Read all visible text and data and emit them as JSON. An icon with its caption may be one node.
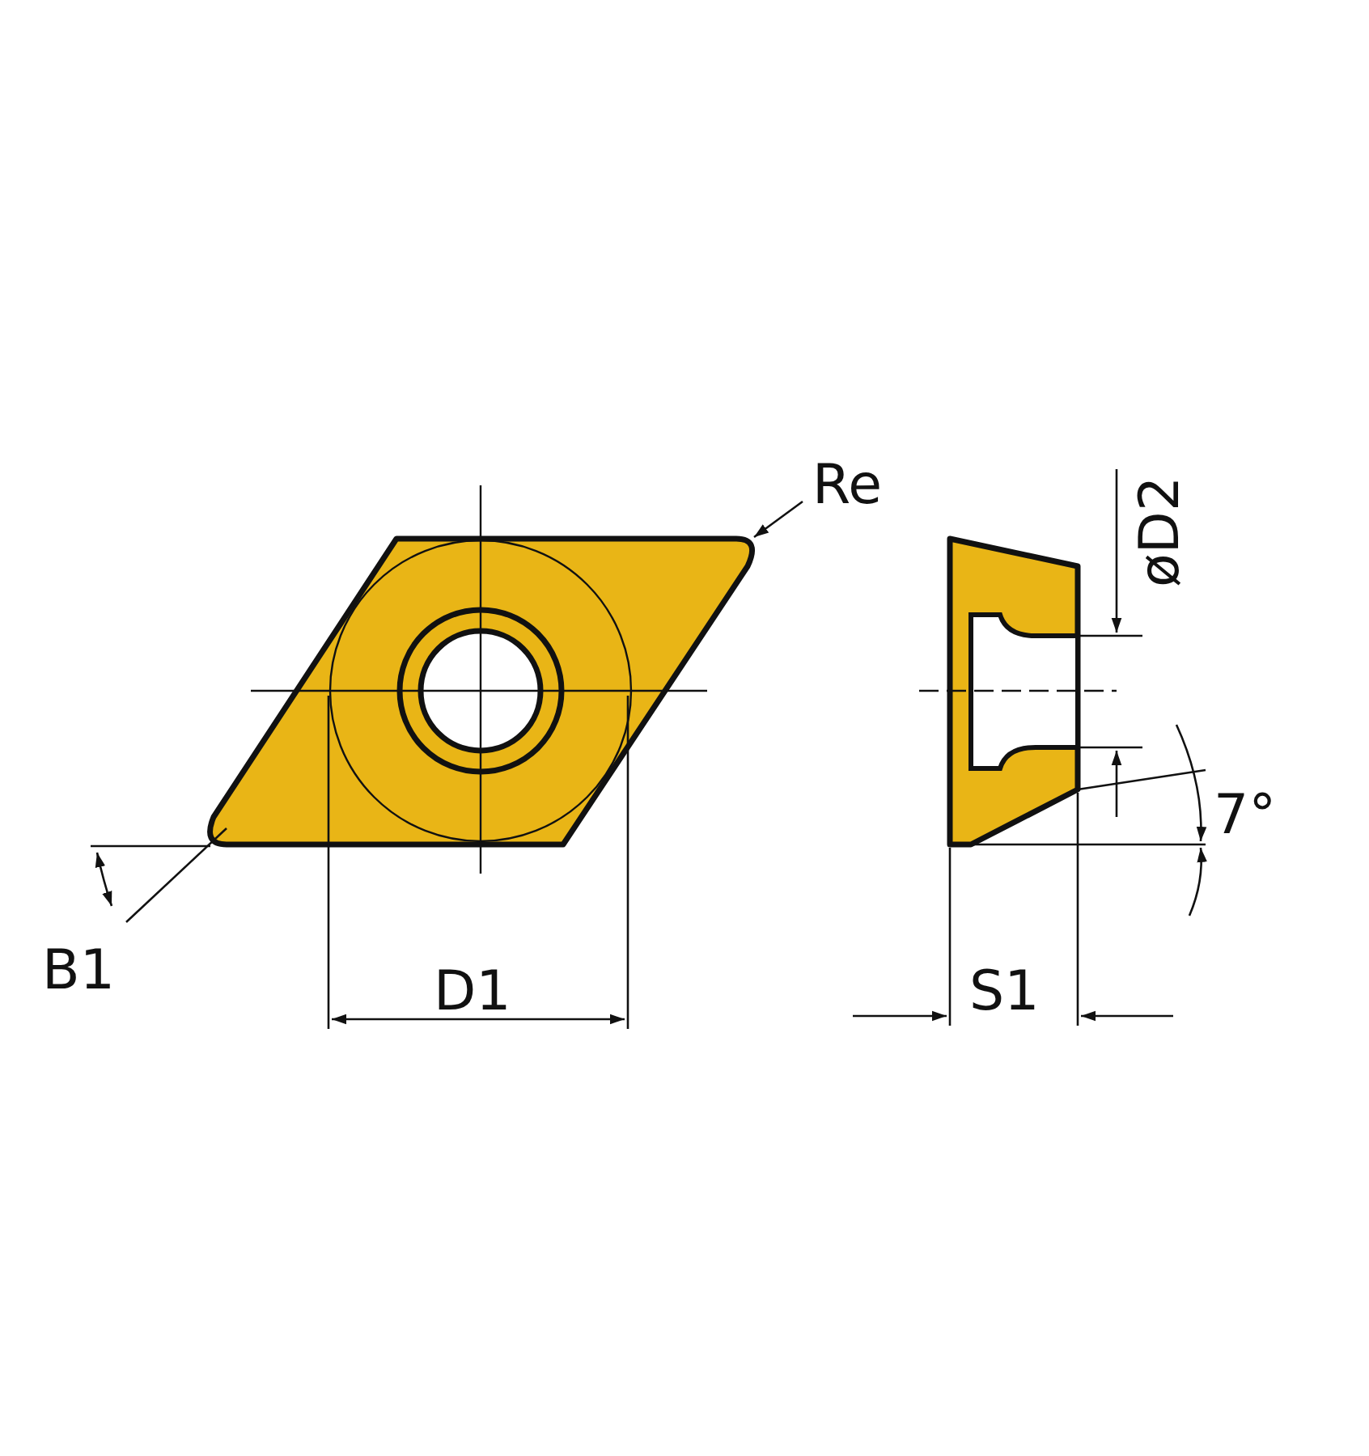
{
  "diagram": {
    "labels": [
      "Re",
      "øD2",
      "7°",
      "B1",
      "D1",
      "S1"
    ]
  }
}
